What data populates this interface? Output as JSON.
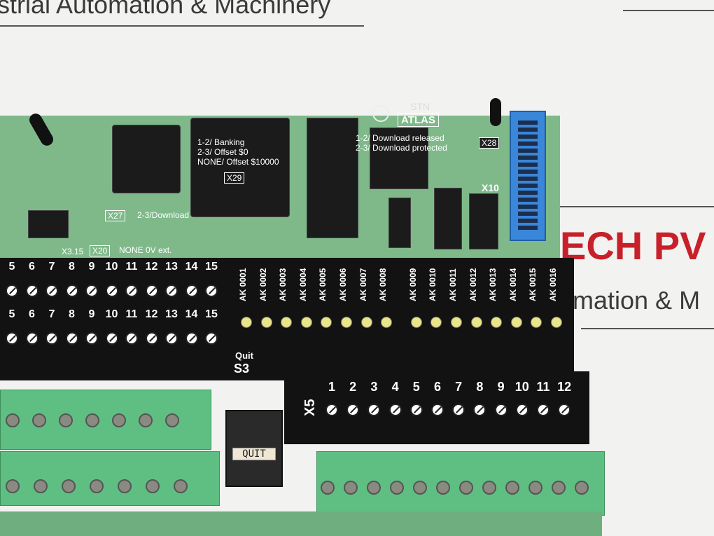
{
  "background": {
    "top_text": "strial Automation & Machinery",
    "right_text_red": "ECH PV",
    "right_text_gray": "mation & M"
  },
  "board": {
    "brand_top": "STN",
    "brand": "ATLAS",
    "jumper_x29_lines": [
      "1-2/ Banking",
      "2-3/ Offset $0",
      "NONE/ Offset $10000"
    ],
    "x29": "X29",
    "jumper_x28_lines": [
      "1-2/ Download released",
      "2-3/ Download protected"
    ],
    "x28": "X28",
    "x10": "X10",
    "x27": "X27",
    "x27_text": "2-3/Download",
    "x3_15": "X3.15",
    "x20": "X20",
    "x20_text": "NONE 0V ext.",
    "quit_label": "Quit",
    "s3": "S3",
    "quit_button": "QUIT",
    "x5": "X5"
  },
  "left_rows": {
    "row1": [
      "5",
      "6",
      "7",
      "8",
      "9",
      "10",
      "11",
      "12",
      "13",
      "14",
      "15"
    ],
    "row2": [
      "5",
      "6",
      "7",
      "8",
      "9",
      "10",
      "11",
      "12",
      "13",
      "14",
      "15"
    ]
  },
  "ak_labels": [
    "AK 0001",
    "AK 0002",
    "AK 0003",
    "AK 0004",
    "AK 0005",
    "AK 0006",
    "AK 0007",
    "AK 0008",
    "AK 0009",
    "AK 0010",
    "AK 0011",
    "AK 0012",
    "AK 0013",
    "AK 0014",
    "AK 0015",
    "AK 0016"
  ],
  "x5_numbers": [
    "1",
    "2",
    "3",
    "4",
    "5",
    "6",
    "7",
    "8",
    "9",
    "10",
    "11",
    "12"
  ],
  "colors": {
    "pcb": "#7fb98a",
    "panel": "#121212",
    "terminal": "#5fbf82",
    "connector": "#3a86d8"
  }
}
